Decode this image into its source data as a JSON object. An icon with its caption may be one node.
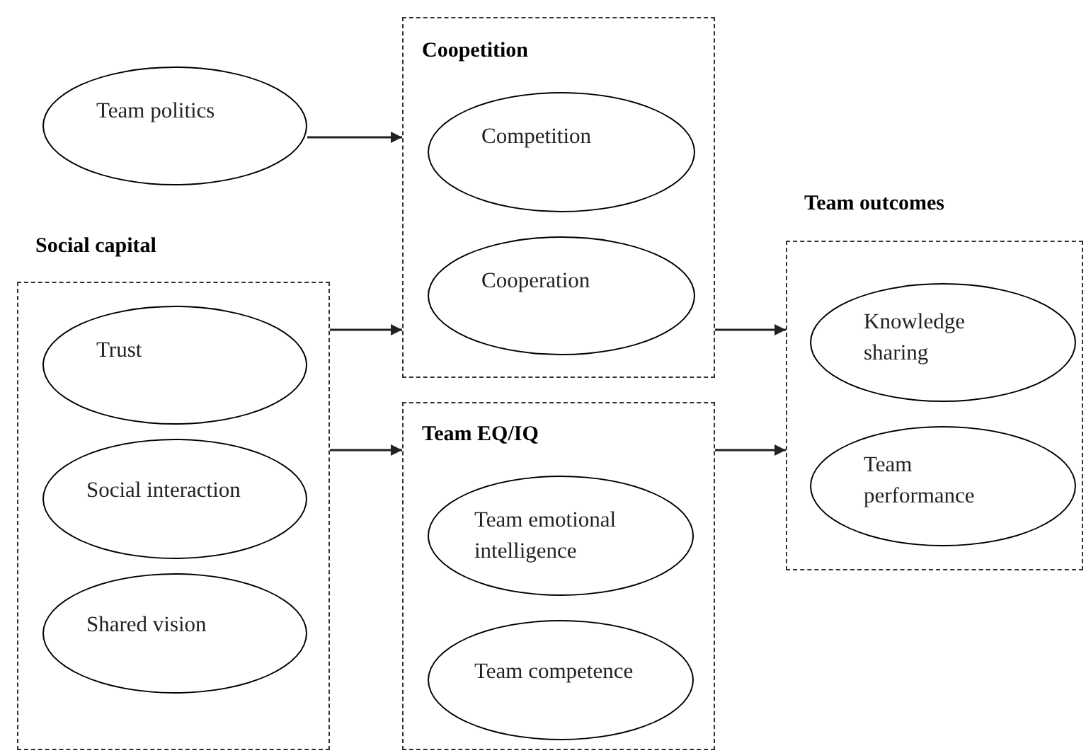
{
  "diagram": {
    "nodes": [
      {
        "text": [
          "Team politics"
        ]
      },
      {
        "text": [
          "Coopetition"
        ]
      },
      {
        "text": [
          "Competition"
        ],
        "in": 1
      },
      {
        "text": [
          "Cooperation"
        ],
        "in": 1
      },
      {
        "text": [
          "Social capital"
        ]
      },
      {
        "text": [
          "Trust"
        ],
        "in": 4
      },
      {
        "text": [
          "Social interaction"
        ],
        "in": 4
      },
      {
        "text": [
          "Shared vision"
        ],
        "in": 4
      },
      {
        "text": [
          "Team EQ/IQ"
        ]
      },
      {
        "text": [
          "Team emotional intelligence"
        ],
        "in": 8
      },
      {
        "text": [
          "Team competence"
        ],
        "in": 8
      },
      {
        "text": [
          "Team outcomes"
        ]
      },
      {
        "text": [
          "Knowledge sharing"
        ],
        "in": 11
      },
      {
        "text": [
          "Team performance"
        ],
        "in": 11
      }
    ],
    "edges": [
      {
        "from": 0,
        "to": 1,
        "arrow": "to"
      },
      {
        "from": 4,
        "to": 1,
        "arrow": "to"
      },
      {
        "from": 4,
        "to": 8,
        "arrow": "to"
      },
      {
        "from": 1,
        "to": 11,
        "arrow": "to"
      },
      {
        "from": 8,
        "to": 11,
        "arrow": "to"
      }
    ]
  }
}
